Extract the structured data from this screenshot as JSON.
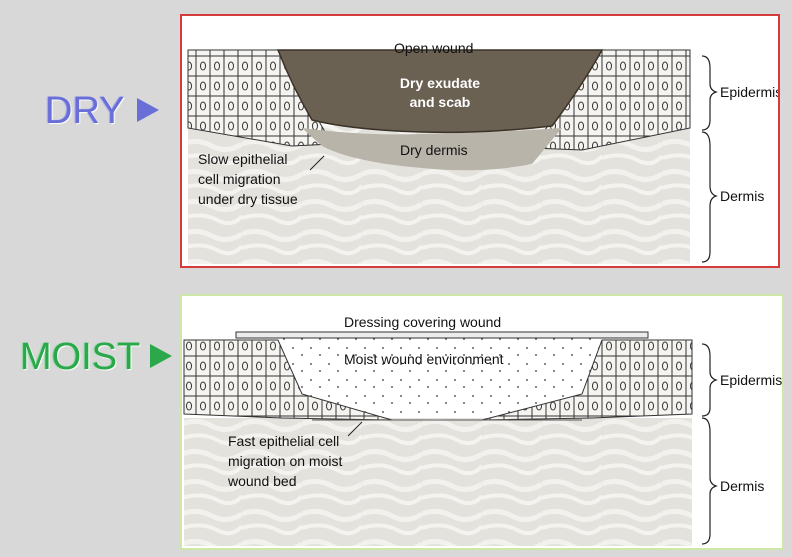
{
  "dry": {
    "side_label": "DRY",
    "arrow_color": "#6a6fd8",
    "frame_color": "#d43c3c",
    "labels": {
      "open_wound": "Open wound",
      "scab_line1": "Dry exudate",
      "scab_line2": "and scab",
      "dry_dermis": "Dry dermis",
      "migration_line1": "Slow epithelial",
      "migration_line2": "cell migration",
      "migration_line3": "under dry tissue",
      "epidermis": "Epidermis",
      "dermis": "Dermis"
    }
  },
  "moist": {
    "side_label": "MOIST",
    "arrow_color": "#2aa84a",
    "frame_color": "#cfe8a8",
    "labels": {
      "dressing": "Dressing covering wound",
      "environment": "Moist wound environment",
      "migration_line1": "Fast epithelial cell",
      "migration_line2": "migration on moist",
      "migration_line3": "wound bed",
      "epidermis": "Epidermis",
      "dermis": "Dermis"
    }
  }
}
